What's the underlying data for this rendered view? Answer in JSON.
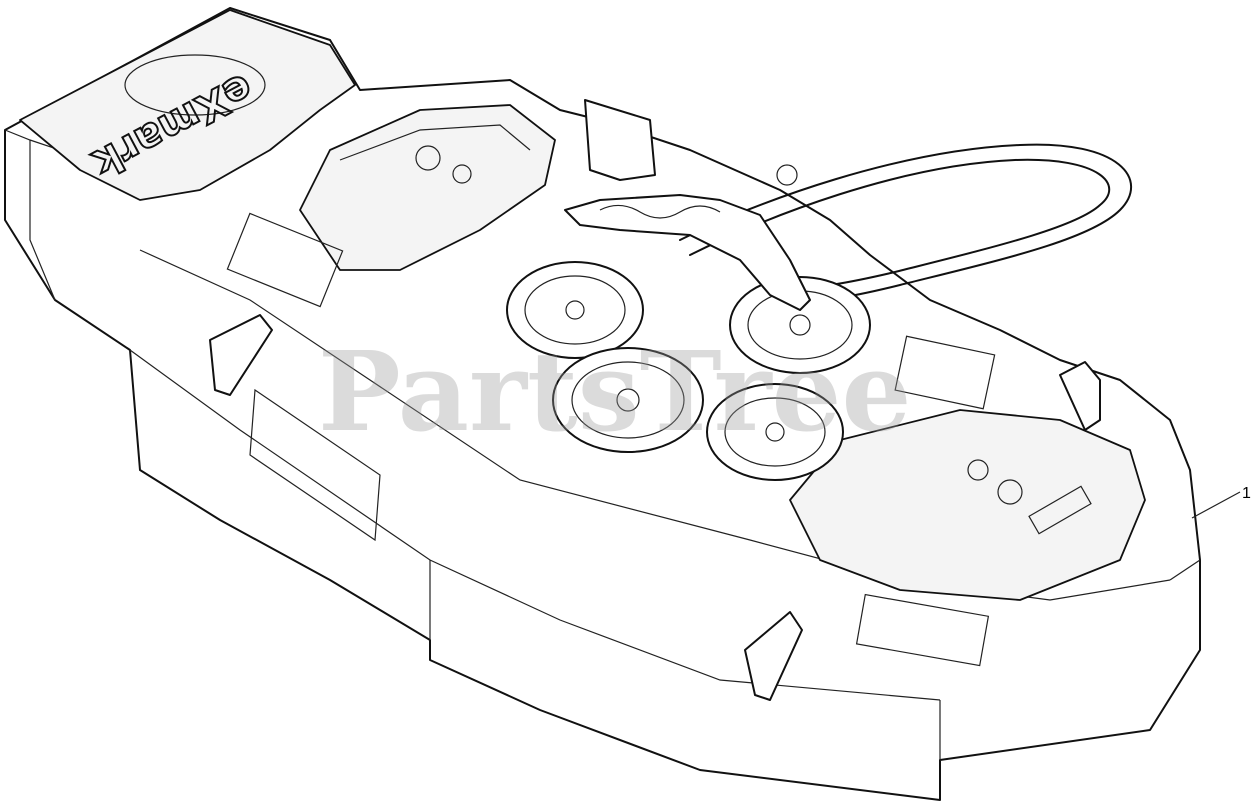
{
  "diagram": {
    "title": "",
    "watermark": "PartsTree",
    "brand_logo_text": "eXmark",
    "callouts": [
      {
        "label": "1",
        "part": "mower deck assembly"
      }
    ],
    "parts": {
      "deck": "deck shell",
      "belt": "drive belt",
      "pulleys": [
        "left idler pulley",
        "center spindle pulley",
        "right spindle pulley",
        "tension pulley"
      ],
      "covers": [
        "left belt cover",
        "right belt cover"
      ],
      "labels": [
        "left safety decal",
        "right safety decal",
        "center decal"
      ]
    }
  }
}
